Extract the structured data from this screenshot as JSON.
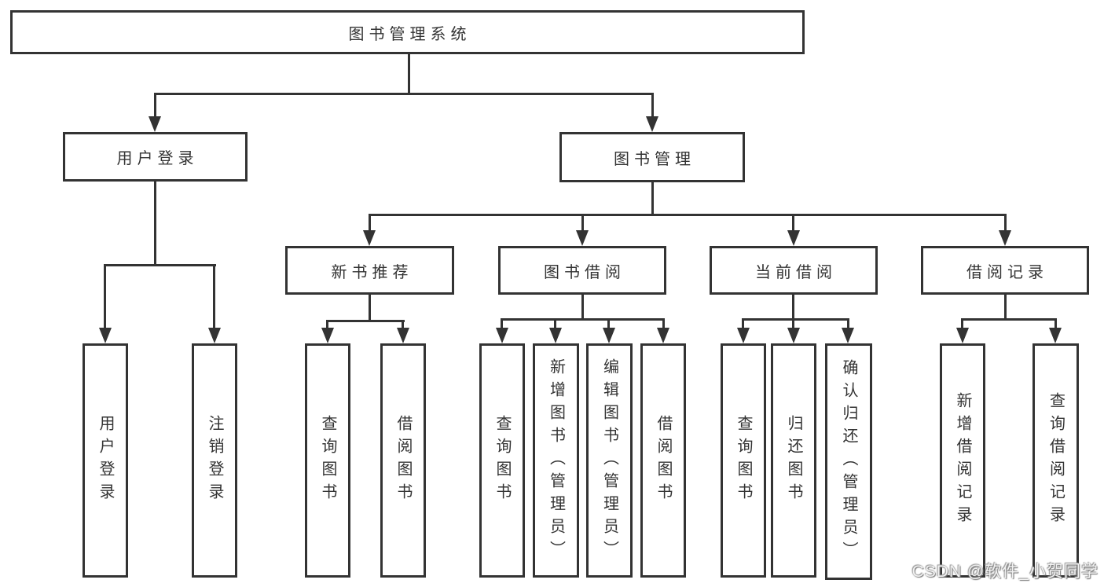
{
  "diagram": {
    "title_node": "图书管理系统",
    "level2": {
      "user_login": "用户登录",
      "book_mgmt": "图书管理"
    },
    "level3": {
      "new_book": "新书推荐",
      "book_borrow": "图书借阅",
      "current_borrow": "当前借阅",
      "borrow_record": "借阅记录"
    },
    "leaves_user_login": [
      "用户登录",
      "注销登录"
    ],
    "leaves_new_book": [
      "查询图书",
      "借阅图书"
    ],
    "leaves_book_borrow": [
      "查询图书",
      "新增图书（管理员）",
      "编辑图书（管理员）",
      "借阅图书"
    ],
    "leaves_current_borrow": [
      "查询图书",
      "归还图书",
      "确认归还（管理员）"
    ],
    "leaves_borrow_record": [
      "新增借阅记录",
      "查询借阅记录"
    ]
  },
  "watermark": "CSDN @软件_小贺同学",
  "colors": {
    "line": "#333333",
    "text": "#333333",
    "box_fill": "#ffffff",
    "background": "#ffffff",
    "watermark_text": "#f2f2f2"
  }
}
